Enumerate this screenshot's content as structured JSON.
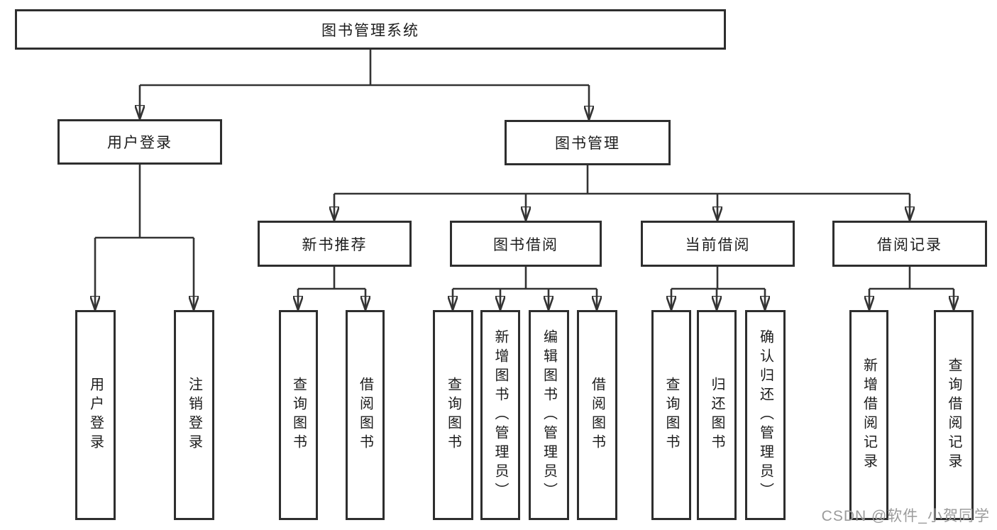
{
  "diagram": {
    "tree": {
      "label": "图书管理系统",
      "children": [
        {
          "label": "用户登录",
          "children": [
            {
              "label": "用户登录"
            },
            {
              "label": "注销登录"
            }
          ]
        },
        {
          "label": "图书管理",
          "children": [
            {
              "label": "新书推荐",
              "children": [
                {
                  "label": "查询图书"
                },
                {
                  "label": "借阅图书"
                }
              ]
            },
            {
              "label": "图书借阅",
              "children": [
                {
                  "label": "查询图书"
                },
                {
                  "label": "新增图书（管理员）"
                },
                {
                  "label": "编辑图书（管理员）"
                },
                {
                  "label": "借阅图书"
                }
              ]
            },
            {
              "label": "当前借阅",
              "children": [
                {
                  "label": "查询图书"
                },
                {
                  "label": "归还图书"
                },
                {
                  "label": "确认归还（管理员）"
                }
              ]
            },
            {
              "label": "借阅记录",
              "children": [
                {
                  "label": "新增借阅记录"
                },
                {
                  "label": "查询借阅记录"
                }
              ]
            }
          ]
        }
      ]
    },
    "line_color": "#333333",
    "watermark": {
      "text": "CSDN @软件_小贺同学"
    }
  }
}
